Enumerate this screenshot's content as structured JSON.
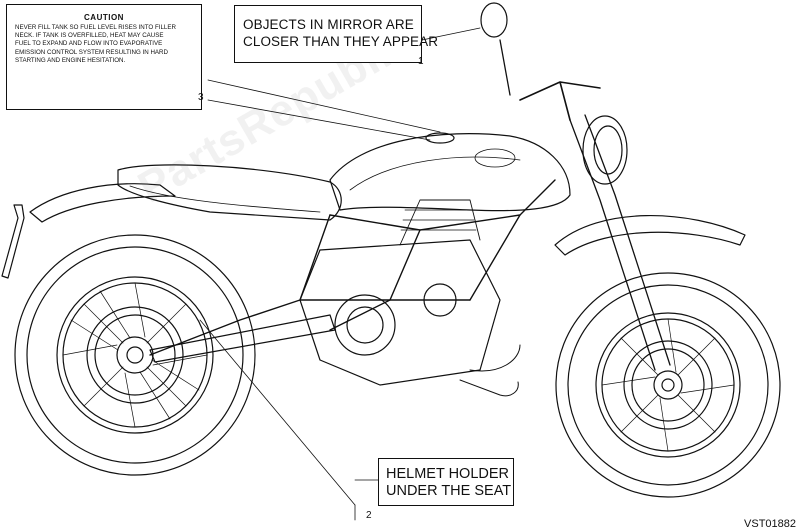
{
  "caution_label": {
    "title": "CAUTION",
    "lines": [
      "NEVER FILL TANK SO FUEL LEVEL RISES INTO FILLER",
      "NECK. IF TANK IS OVERFILLED, HEAT MAY CAUSE",
      "FUEL TO EXPAND AND FLOW INTO EVAPORATIVE",
      "EMISSION CONTROL SYSTEM RESULTING IN HARD",
      "STARTING AND ENGINE HESITATION."
    ]
  },
  "mirror_label": {
    "lines": [
      "OBJECTS IN MIRROR ARE",
      "CLOSER THAN THEY APPEAR"
    ]
  },
  "helmet_label": {
    "lines": [
      "HELMET HOLDER",
      "UNDER THE SEAT"
    ]
  },
  "callouts": {
    "one": "1",
    "two": "2",
    "three": "3"
  },
  "drawing_code": "VST01882",
  "colors": {
    "line": "#111111",
    "background": "#ffffff"
  }
}
